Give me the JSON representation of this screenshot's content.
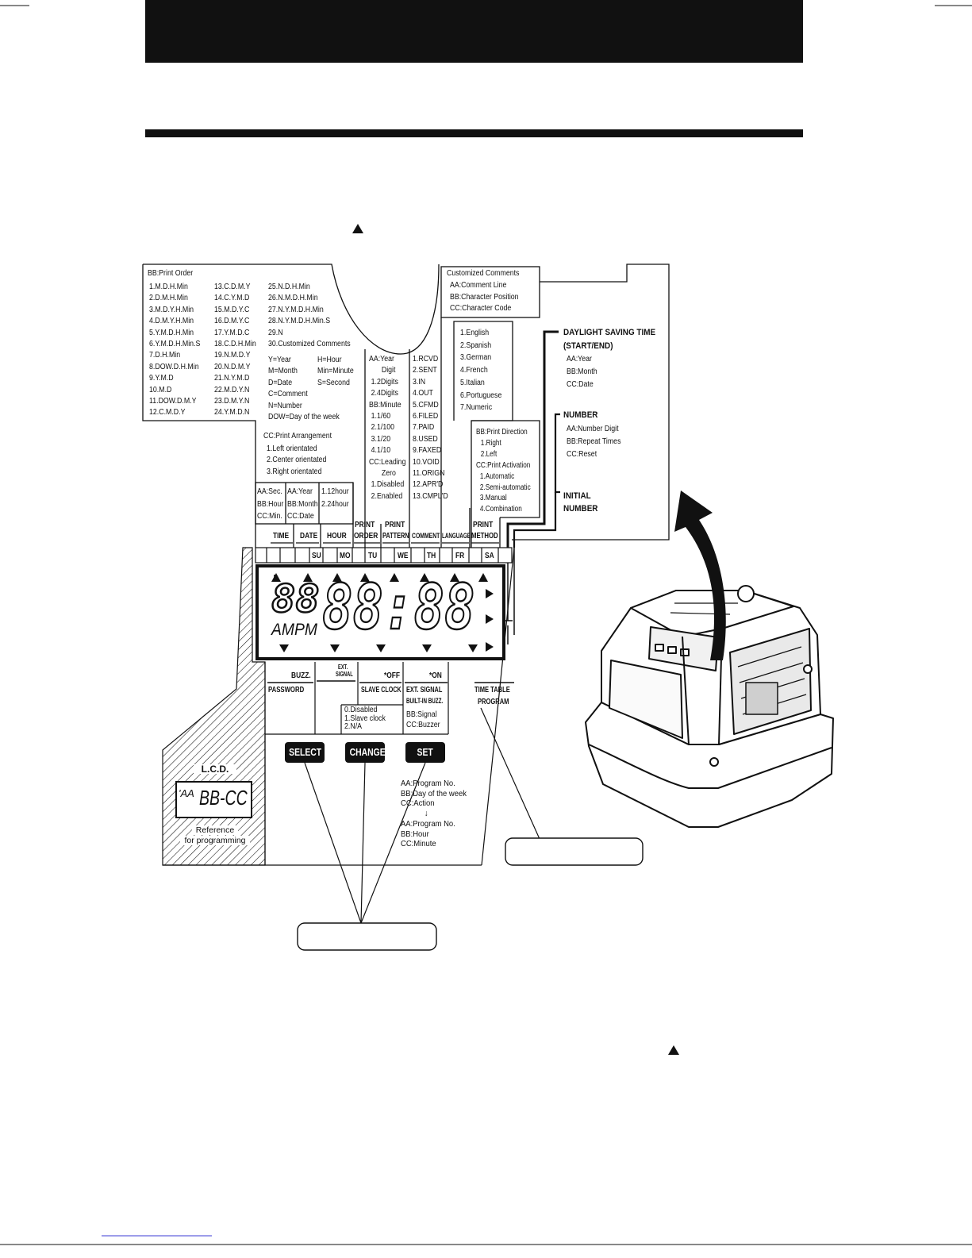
{
  "print_order": {
    "title": "BB:Print Order",
    "col1": [
      "1.M.D.H.Min",
      "2.D.M.H.Min",
      "3.M.D.Y.H.Min",
      "4.D.M.Y.H.Min",
      "5.Y.M.D.H.Min",
      "6.Y.M.D.H.Min.S",
      "7.D.H.Min",
      "8.DOW.D.H.Min",
      "9.Y.M.D",
      "10.M.D",
      "11.DOW.D.M.Y",
      "12.C.M.D.Y"
    ],
    "col2": [
      "13.C.D.M.Y",
      "14.C.Y.M.D",
      "15.M.D.Y.C",
      "16.D.M.Y.C",
      "17.Y.M.D.C",
      "18.C.D.H.Min",
      "19.N.M.D.Y",
      "20.N.D.M.Y",
      "21.N.Y.M.D",
      "22.M.D.Y.N",
      "23.D.M.Y.N",
      "24.Y.M.D.N"
    ],
    "col3": [
      "25.N.D.H.Min",
      "26.N.M.D.H.Min",
      "27.N.Y.M.D.H.Min",
      "28.N.Y.M.D.H.Min.S",
      "29.N",
      "30.Customized Comments"
    ],
    "legend_left": [
      "Y=Year",
      "M=Month",
      "D=Date",
      "C=Comment",
      "N=Number",
      "DOW=Day of the week"
    ],
    "legend_right": [
      "H=Hour",
      "Min=Minute",
      "S=Second"
    ]
  },
  "print_arrangement": {
    "title": "CC:Print Arrangement",
    "items": [
      "1.Left orientated",
      "2.Center orientated",
      "3.Right orientated"
    ]
  },
  "time_box": [
    "AA:Sec.",
    "BB:Hour",
    "CC:Min."
  ],
  "date_box": [
    "AA:Year",
    "BB:Month",
    "CC:Date"
  ],
  "hour_box": [
    "1.12hour",
    "2.24hour"
  ],
  "print_pattern": [
    "AA:Year",
    "Digit",
    "1.2Digits",
    "2.4Digits",
    "BB:Minute",
    "1.1/60",
    "2.1/100",
    "3.1/20",
    "4.1/10",
    "CC:Leading",
    "Zero",
    "1.Disabled",
    "2.Enabled"
  ],
  "comment_list": [
    "1.RCVD",
    "2.SENT",
    "3.IN",
    "4.OUT",
    "5.CFMD",
    "6.FILED",
    "7.PAID",
    "8.USED",
    "9.FAXED",
    "10.VOID",
    "11.ORIGN",
    "12.APR'D",
    "13.CMPL'D"
  ],
  "customized_comments": {
    "title": "Customized Comments",
    "items": [
      "AA:Comment Line",
      "BB:Character Position",
      "CC:Character Code"
    ]
  },
  "language_list": [
    "1.English",
    "2.Spanish",
    "3.German",
    "4.French",
    "5.Italian",
    "6.Portuguese",
    "7.Numeric"
  ],
  "print_method": [
    "BB:Print Direction",
    "1.Right",
    "2.Left",
    "CC:Print Activation",
    "1.Automatic",
    "2.Semi-automatic",
    "3.Manual",
    "4.Combination"
  ],
  "daylight": {
    "title": "DAYLIGHT SAVING TIME",
    "subtitle": "(START/END)",
    "items": [
      "AA:Year",
      "BB:Month",
      "CC:Date"
    ]
  },
  "number": {
    "title": "NUMBER",
    "items": [
      "AA:Number Digit",
      "BB:Repeat Times",
      "CC:Reset"
    ]
  },
  "initial_number": {
    "line1": "INITIAL",
    "line2": "NUMBER"
  },
  "top_labels": {
    "time": "TIME",
    "date": "DATE",
    "hour": "HOUR",
    "print_order": [
      "PRINT",
      "ORDER"
    ],
    "print_pattern": [
      "PRINT",
      "PATTERN"
    ],
    "comment": "COMMENT",
    "language": "LANGUAGE",
    "print_method": [
      "PRINT",
      "METHOD"
    ]
  },
  "days": [
    "SU",
    "MO",
    "TU",
    "WE",
    "TH",
    "FR",
    "SA"
  ],
  "lcd": {
    "tick": "'",
    "small_digits": "88",
    "big_digits": "88:88",
    "ampm": "AMPM"
  },
  "bottom_labels": {
    "buzz": "BUZZ.",
    "password": "PASSWORD",
    "ext_signal_small": [
      "EXT.",
      "SIGNAL"
    ],
    "off": "*OFF",
    "slave_clock": "SLAVE CLOCK",
    "on": "*ON",
    "ext_signal": "EXT. SIGNAL",
    "built_in_buzz": "BUILT-IN BUZZ.",
    "time_table": "TIME TABLE",
    "program": "PROGRAM"
  },
  "slave_clock_options": [
    "0.Disabled",
    "1.Slave clock",
    "2.N/A"
  ],
  "ext_signal_options": [
    "BB:Signal",
    "CC:Buzzer"
  ],
  "buttons": {
    "select": "SELECT",
    "change": "CHANGE",
    "set": "SET"
  },
  "lcd_reference": {
    "label": "L.C.D.",
    "display_small": "'AA",
    "display_big": "BB-CC",
    "caption1": "Reference",
    "caption2": "for programming"
  },
  "time_table": [
    "AA:Program No.",
    "BB:Day of the week",
    "CC:Action",
    "↓",
    "AA:Program No.",
    "BB:Hour",
    "CC:Minute"
  ],
  "colors": {
    "ink": "#111111",
    "rule_blue": "#3b3bd6"
  },
  "icons": [
    "up-triangle-icon",
    "down-triangle-icon",
    "right-triangle-icon",
    "curved-arrow-icon"
  ]
}
